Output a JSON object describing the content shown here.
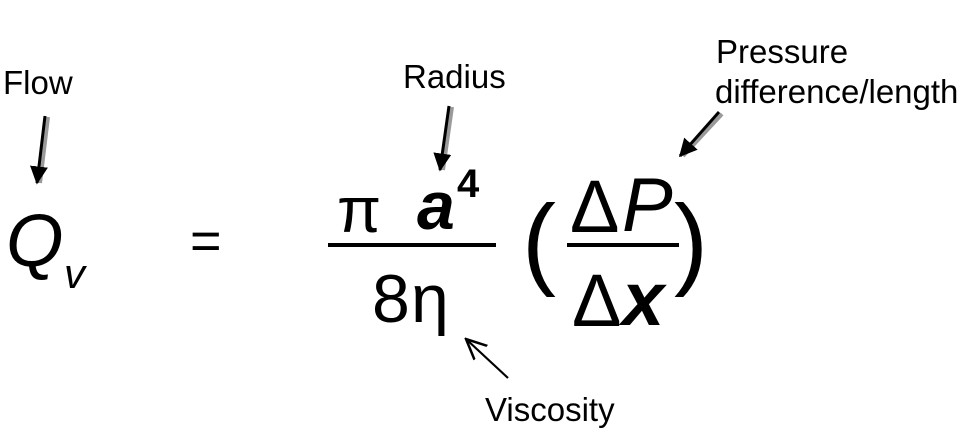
{
  "labels": {
    "flow": "Flow",
    "radius": "Radius",
    "pressure_line1": "Pressure",
    "pressure_line2": "difference/length",
    "viscosity": "Viscosity"
  },
  "equation": {
    "lhs_symbol": "Q",
    "lhs_subscript": "v",
    "equals": "=",
    "pi": "π",
    "radius_symbol": "a",
    "radius_exponent": "4",
    "denominator_coefficient": "8",
    "viscosity_symbol": "η",
    "open_paren": "(",
    "close_paren": ")",
    "delta": "Δ",
    "pressure_symbol": "P",
    "length_symbol": "x"
  }
}
